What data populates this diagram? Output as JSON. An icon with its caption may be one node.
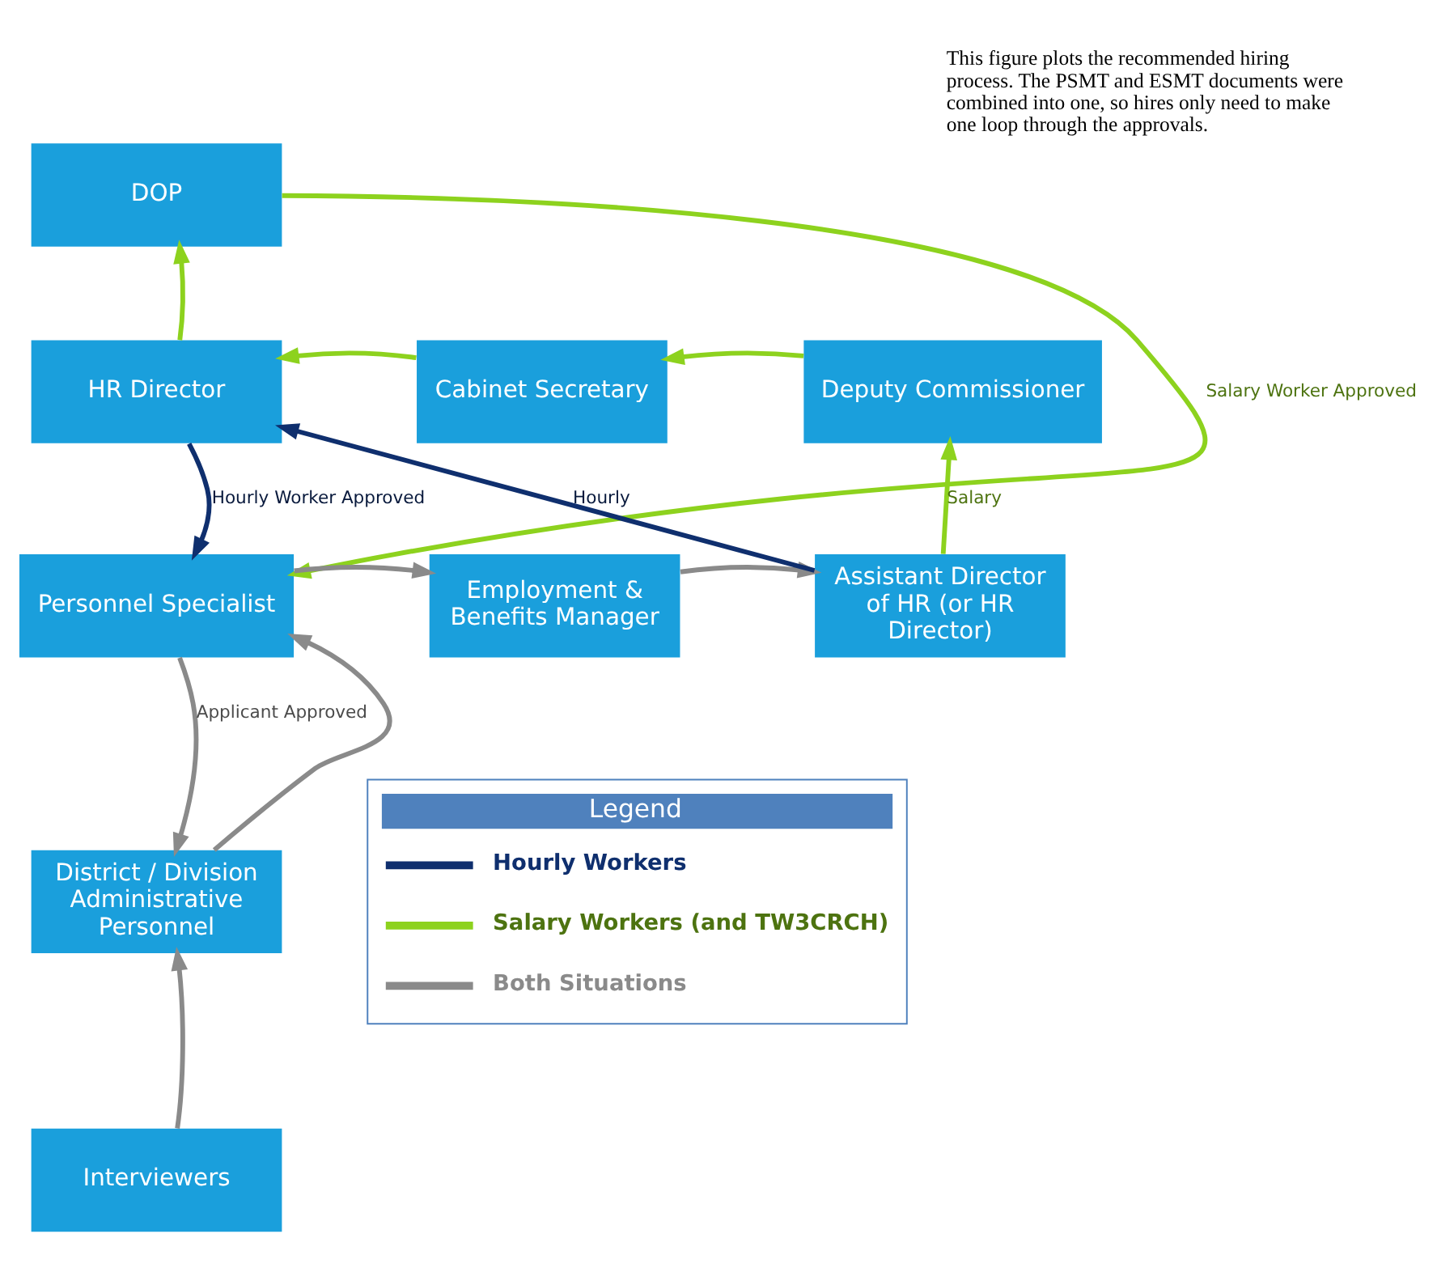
{
  "diagram": {
    "caption": "This figure plots the recommended hiring process. The PSMT and ESMT documents were combined into one, so hires only need to make one loop through the approvals.",
    "nodes": [
      {
        "text": [
          "DOP"
        ]
      },
      {
        "text": [
          "HR Director"
        ]
      },
      {
        "text": [
          "Cabinet Secretary"
        ]
      },
      {
        "text": [
          "Deputy Commissioner"
        ]
      },
      {
        "text": [
          "Personnel Specialist"
        ]
      },
      {
        "text": [
          "Employment & Benefits Manager"
        ]
      },
      {
        "text": [
          "Assistant Director of HR (or HR Director)"
        ]
      },
      {
        "text": [
          "District / Division Administrative Personnel"
        ]
      },
      {
        "text": [
          "Interviewers"
        ]
      }
    ],
    "edges": [
      {
        "from": 1,
        "to": 0,
        "arrow": "to",
        "color": "#8dd21e"
      },
      {
        "from": 2,
        "to": 1,
        "arrow": "to",
        "color": "#8dd21e"
      },
      {
        "from": 3,
        "to": 2,
        "arrow": "to",
        "color": "#8dd21e"
      },
      {
        "from": 0,
        "to": 4,
        "arrow": "to",
        "label": "Salary Worker Approved",
        "color": "#8dd21e"
      },
      {
        "from": 1,
        "to": 4,
        "arrow": "to",
        "label": "Hourly Worker Approved",
        "color": "#0f2f6e"
      },
      {
        "from": 4,
        "to": 5,
        "arrow": "to",
        "color": "#8a8a8a"
      },
      {
        "from": 5,
        "to": 6,
        "arrow": "to",
        "color": "#8a8a8a"
      },
      {
        "from": 6,
        "to": 1,
        "arrow": "to",
        "label": "Hourly",
        "color": "#0f2f6e"
      },
      {
        "from": 6,
        "to": 3,
        "arrow": "to",
        "label": "Salary",
        "color": "#8dd21e"
      },
      {
        "from": 4,
        "to": 7,
        "arrow": "to",
        "label": "Applicant Approved",
        "color": "#8a8a8a"
      },
      {
        "from": 7,
        "to": 4,
        "arrow": "to",
        "color": "#8a8a8a"
      },
      {
        "from": 8,
        "to": 7,
        "arrow": "to",
        "color": "#8a8a8a"
      }
    ],
    "labels": [
      "Legend"
    ],
    "legend": [
      {
        "text": "Hourly Workers"
      },
      {
        "text": "Salary Workers (and TW3CRCH)"
      },
      {
        "text": "Both Situations"
      }
    ]
  }
}
